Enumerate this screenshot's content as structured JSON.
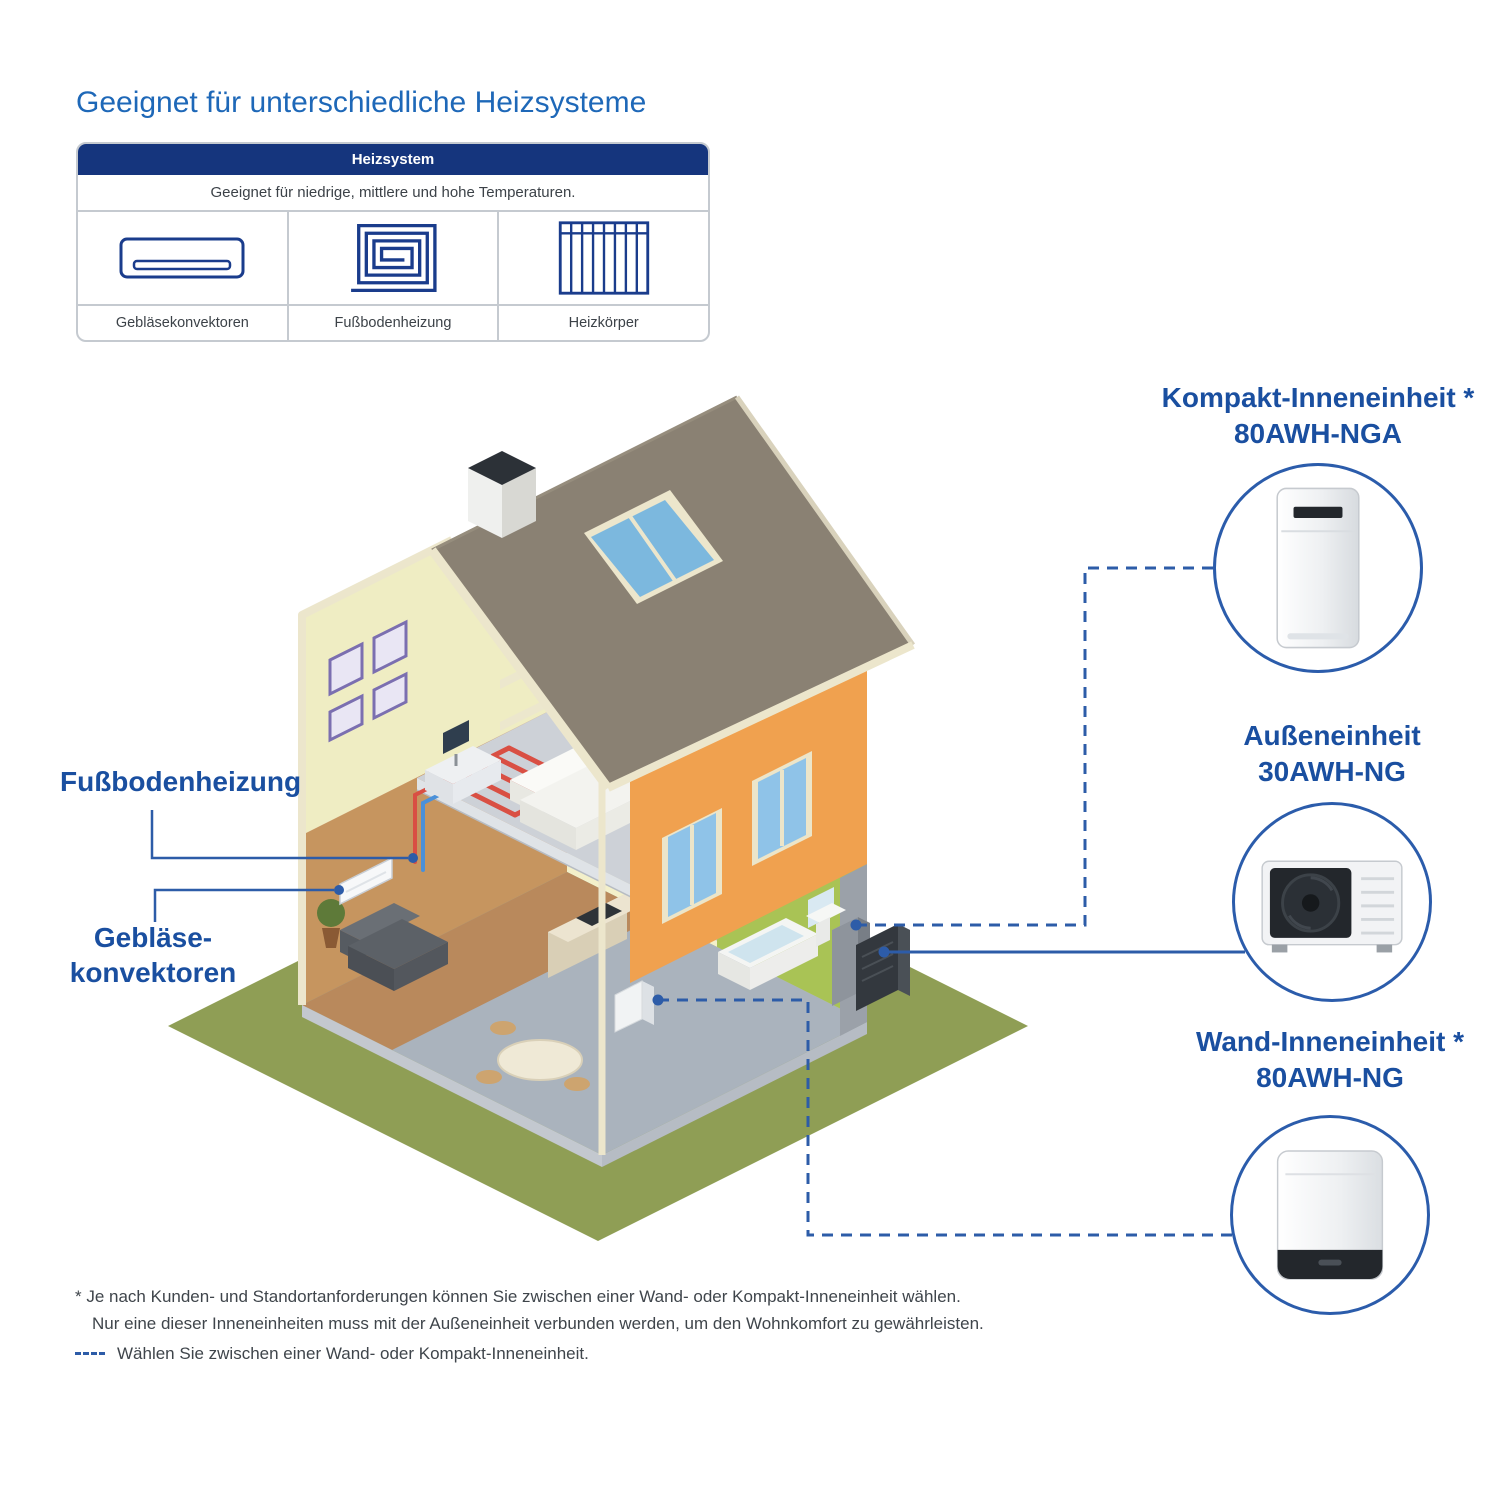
{
  "title": "Geeignet für unterschiedliche Heizsysteme",
  "table": {
    "header": "Heizsystem",
    "subheader": "Geeignet für niedrige, mittlere und hohe Temperaturen.",
    "columns": [
      {
        "icon": "fan-coil-icon",
        "label": "Gebläsekonvektoren"
      },
      {
        "icon": "floor-heating-icon",
        "label": "Fußbodenheizung"
      },
      {
        "icon": "radiator-icon",
        "label": "Heizkörper"
      }
    ]
  },
  "callouts": {
    "floor_heating": "Fußbodenheizung",
    "fan_convectors_line1": "Gebläse-",
    "fan_convectors_line2": "konvektoren"
  },
  "units": [
    {
      "name": "Kompakt-Inneneinheit *",
      "model": "80AWH-NGA"
    },
    {
      "name": "Außeneinheit",
      "model": "30AWH-NG"
    },
    {
      "name": "Wand-Inneneinheit *",
      "model": "80AWH-NG"
    }
  ],
  "footnotes": {
    "line1": "* Je nach Kunden- und Standortanforderungen können Sie zwischen einer Wand- oder Kompakt-Inneneinheit wählen.",
    "line2": "Nur eine dieser Inneneinheiten muss mit der Außeneinheit verbunden werden, um den Wohnkomfort zu gewährleisten.",
    "legend": "Wählen Sie zwischen einer Wand- oder Kompakt-Inneneinheit."
  },
  "colors": {
    "heading_blue": "#1e68b8",
    "label_blue": "#1a4fa0",
    "navy": "#15357d",
    "line_blue": "#2d5ca8",
    "icon_blue": "#1a3c8c",
    "lawn_green": "#8f9e55",
    "roof_taupe": "#8a8173",
    "wall_orange": "#f0a14f"
  }
}
